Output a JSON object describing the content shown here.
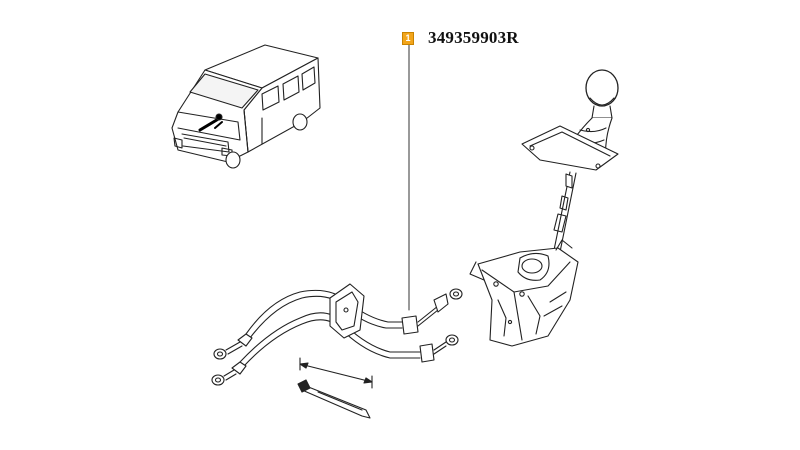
{
  "callout": {
    "marker_label": "1",
    "part_number": "349359903R",
    "marker_color": "#f2a51b"
  },
  "diagram": {
    "line_color": "#222222",
    "vehicle": "van-illustration",
    "components": [
      "gear-lever",
      "gear-selector-housing",
      "gear-control-cables",
      "cable-tie",
      "dimension-arrow"
    ]
  }
}
